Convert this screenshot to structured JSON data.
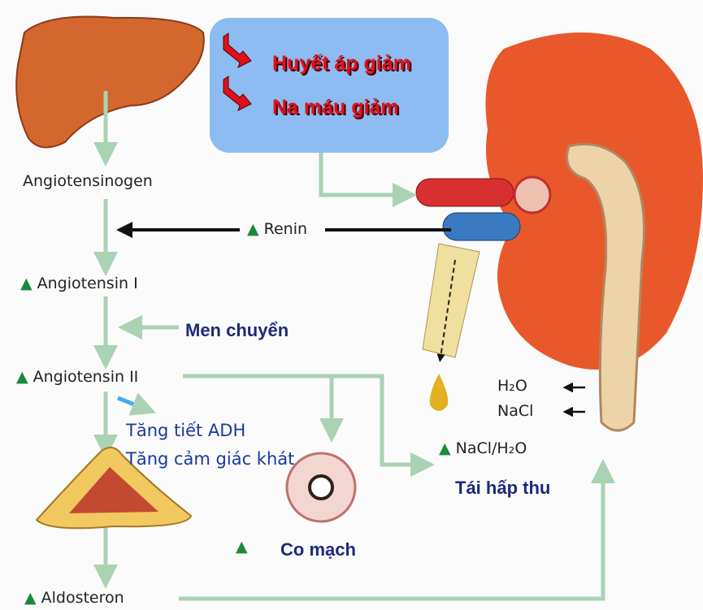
{
  "callout": {
    "line1": "Huyết áp giảm",
    "line2": "Na máu giảm"
  },
  "labels": {
    "angiotensinogen": "Angiotensinogen",
    "renin": "Renin",
    "angiotensin_1": "Angiotensin I",
    "men_chuyen": "Men chuyển",
    "angiotensin_2": "Angiotensin II",
    "adh": "Tăng tiết ADH",
    "khat": "Tăng cảm giác khát",
    "co_mach": "Co mạch",
    "aldosteron": "Aldosteron",
    "h2o": "H₂O",
    "nacl": "NaCl",
    "nacl_h2o": "NaCl/H₂O",
    "tai_hap_thu": "Tái hấp thu",
    "up_arrow": "▲"
  },
  "colors": {
    "callout_bg": "#8cbcf2",
    "callout_text": "#e0101a",
    "increase": "#1a8a3a",
    "flow_arrow": "#a9d3b3",
    "navy": "#1c2a7a"
  }
}
